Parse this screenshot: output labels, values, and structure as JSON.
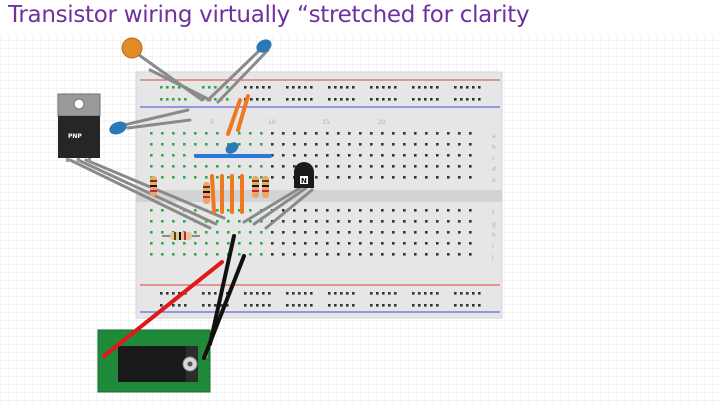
{
  "slide": {
    "title": "Transistor wiring virtually “stretched for clarity"
  },
  "breadboard": {
    "column_labels": [
      "5",
      "10",
      "15",
      "20"
    ],
    "top_row_letters": [
      "a",
      "b",
      "c",
      "d",
      "e"
    ],
    "bottom_row_letters": [
      "f",
      "g",
      "h",
      "i",
      "j"
    ],
    "rail_red": "#e0403c",
    "rail_blue": "#3c4ad8",
    "hole_green": "#2ea84a"
  },
  "components": {
    "pnp_package_label": "PNP",
    "npn_package_label": "N"
  },
  "colors": {
    "title": "#7030a0",
    "board": "#ececec",
    "pcb": "#1e8a3a",
    "resistor": "#e8a86a",
    "capacitor_blue": "#2a7ab8",
    "capacitor_orange": "#e08a2a",
    "wire_gray": "#8a8a8a",
    "wire_orange": "#f07820",
    "wire_blue": "#2a78d8",
    "wire_red": "#e01818",
    "wire_black": "#111111"
  }
}
